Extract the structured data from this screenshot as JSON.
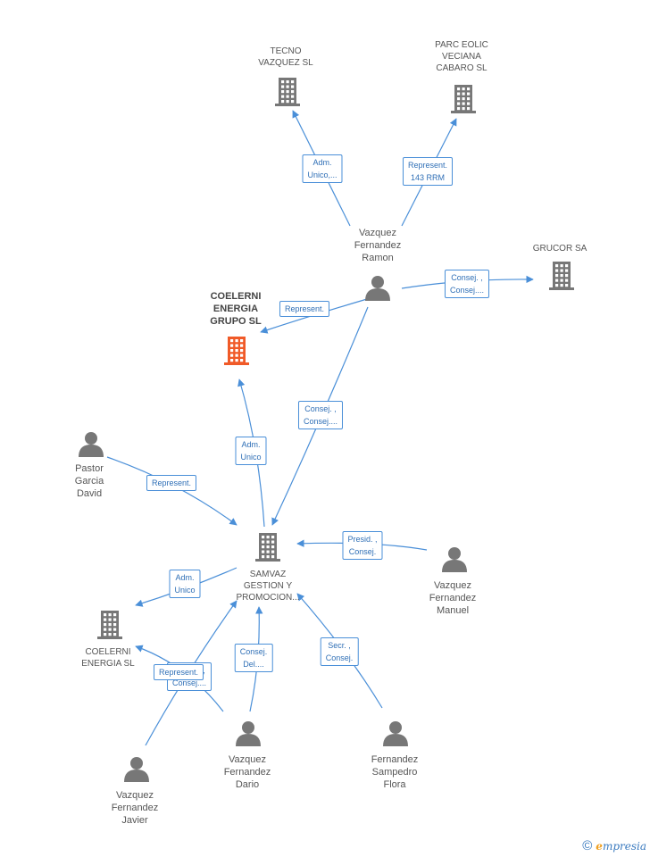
{
  "nodes": {
    "tecno": {
      "label": "TECNO\nVAZQUEZ SL",
      "kind": "org"
    },
    "parc": {
      "label": "PARC EOLIC\nVECIANA\nCABARO SL",
      "kind": "org"
    },
    "grucor": {
      "label": "GRUCOR SA",
      "kind": "org"
    },
    "coelerni_grupo": {
      "label": "COELERNI\nENERGIA\nGRUPO SL",
      "kind": "org-main"
    },
    "ramon": {
      "label": "Vazquez\nFernandez\nRamon",
      "kind": "person"
    },
    "pastor": {
      "label": "Pastor\nGarcia\nDavid",
      "kind": "person"
    },
    "samvaz": {
      "label": "SAMVAZ\nGESTION Y\nPROMOCION...",
      "kind": "org"
    },
    "manuel": {
      "label": "Vazquez\nFernandez\nManuel",
      "kind": "person"
    },
    "coelerni": {
      "label": "COELERNI\nENERGIA SL",
      "kind": "org"
    },
    "dario": {
      "label": "Vazquez\nFernandez\nDario",
      "kind": "person"
    },
    "flora": {
      "label": "Fernandez\nSampedro\nFlora",
      "kind": "person"
    },
    "javier": {
      "label": "Vazquez\nFernandez\nJavier",
      "kind": "person"
    }
  },
  "edges": [
    {
      "id": "e1",
      "label": "Adm.\nUnico,..."
    },
    {
      "id": "e2",
      "label": "Represent.\n143 RRM"
    },
    {
      "id": "e3",
      "label": "Consej. ,\nConsej...."
    },
    {
      "id": "e4",
      "label": "Represent."
    },
    {
      "id": "e5",
      "label": "Consej. ,\nConsej...."
    },
    {
      "id": "e6",
      "label": "Adm.\nUnico"
    },
    {
      "id": "e7",
      "label": "Represent."
    },
    {
      "id": "e8",
      "label": "Presid. ,\nConsej."
    },
    {
      "id": "e9",
      "label": "Adm.\nUnico"
    },
    {
      "id": "e10",
      "label": "Consej. ,\nConsej...."
    },
    {
      "id": "e11",
      "label": "Represent."
    },
    {
      "id": "e12",
      "label": "Consej.\nDel...."
    },
    {
      "id": "e13",
      "label": "Secr. ,\nConsej."
    }
  ],
  "footer": {
    "copyright": "©",
    "brand_initial": "e",
    "brand_rest": "mpresia"
  },
  "colors": {
    "edge": "#4a8fd8",
    "icon": "#777777",
    "main_icon": "#f05a28"
  }
}
